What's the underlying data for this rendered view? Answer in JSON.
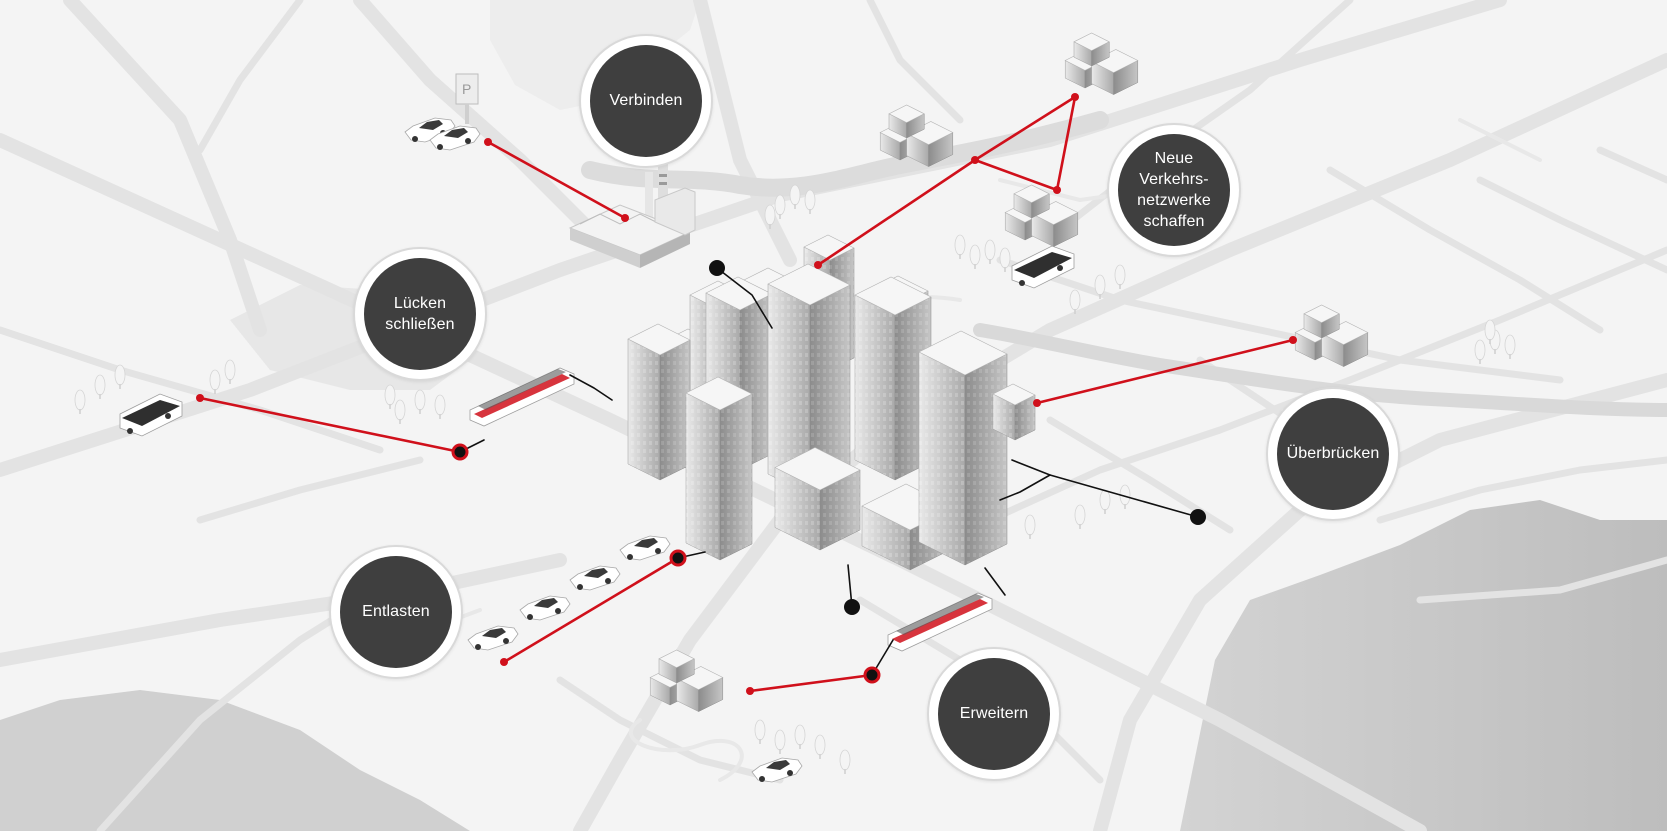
{
  "diagram": {
    "nodes": [
      {
        "id": "verbinden",
        "label": "Verbinden"
      },
      {
        "id": "neue-verkehrsnetzwerke",
        "label": "Neue\nVerkehrs-\nnetzwerke\nschaffen"
      },
      {
        "id": "luecken-schliessen",
        "label": "Lücken\nschließen"
      },
      {
        "id": "ueberbruecken",
        "label": "Überbrücken"
      },
      {
        "id": "entlasten",
        "label": "Entlasten"
      },
      {
        "id": "erweitern",
        "label": "Erweitern"
      }
    ]
  },
  "colors": {
    "background": "#f4f4f4",
    "road": "#e2e2e2",
    "water": "#c4c4c4",
    "bubble_fill": "#3f3f3f",
    "bubble_ring": "#d9d9d9",
    "connector_red": "#d0101b",
    "connector_black": "#111111"
  },
  "icons": [
    "factory-icon",
    "skyscraper-icon",
    "house-cluster-icon",
    "car-icon",
    "bus-icon",
    "train-icon",
    "tree-icon",
    "parking-sign-icon"
  ]
}
